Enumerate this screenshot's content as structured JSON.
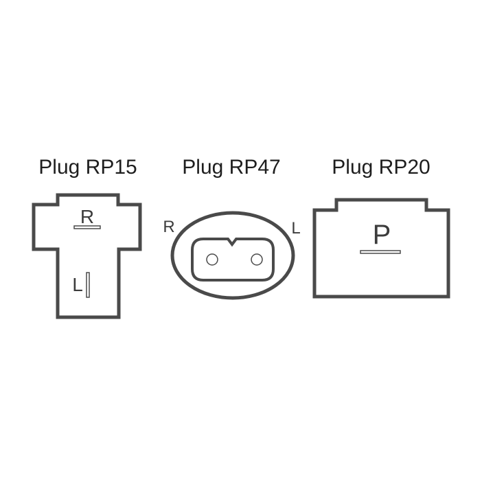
{
  "plugs": [
    {
      "title": "Plug RP15",
      "pin_top": "R",
      "pin_bottom": "L"
    },
    {
      "title": "Plug RP47",
      "pin_left": "R",
      "pin_right": "L"
    },
    {
      "title": "Plug RP20",
      "pin_center": "P"
    }
  ],
  "colors": {
    "outline": "#4a4a4a",
    "text": "#1e1e1e"
  }
}
